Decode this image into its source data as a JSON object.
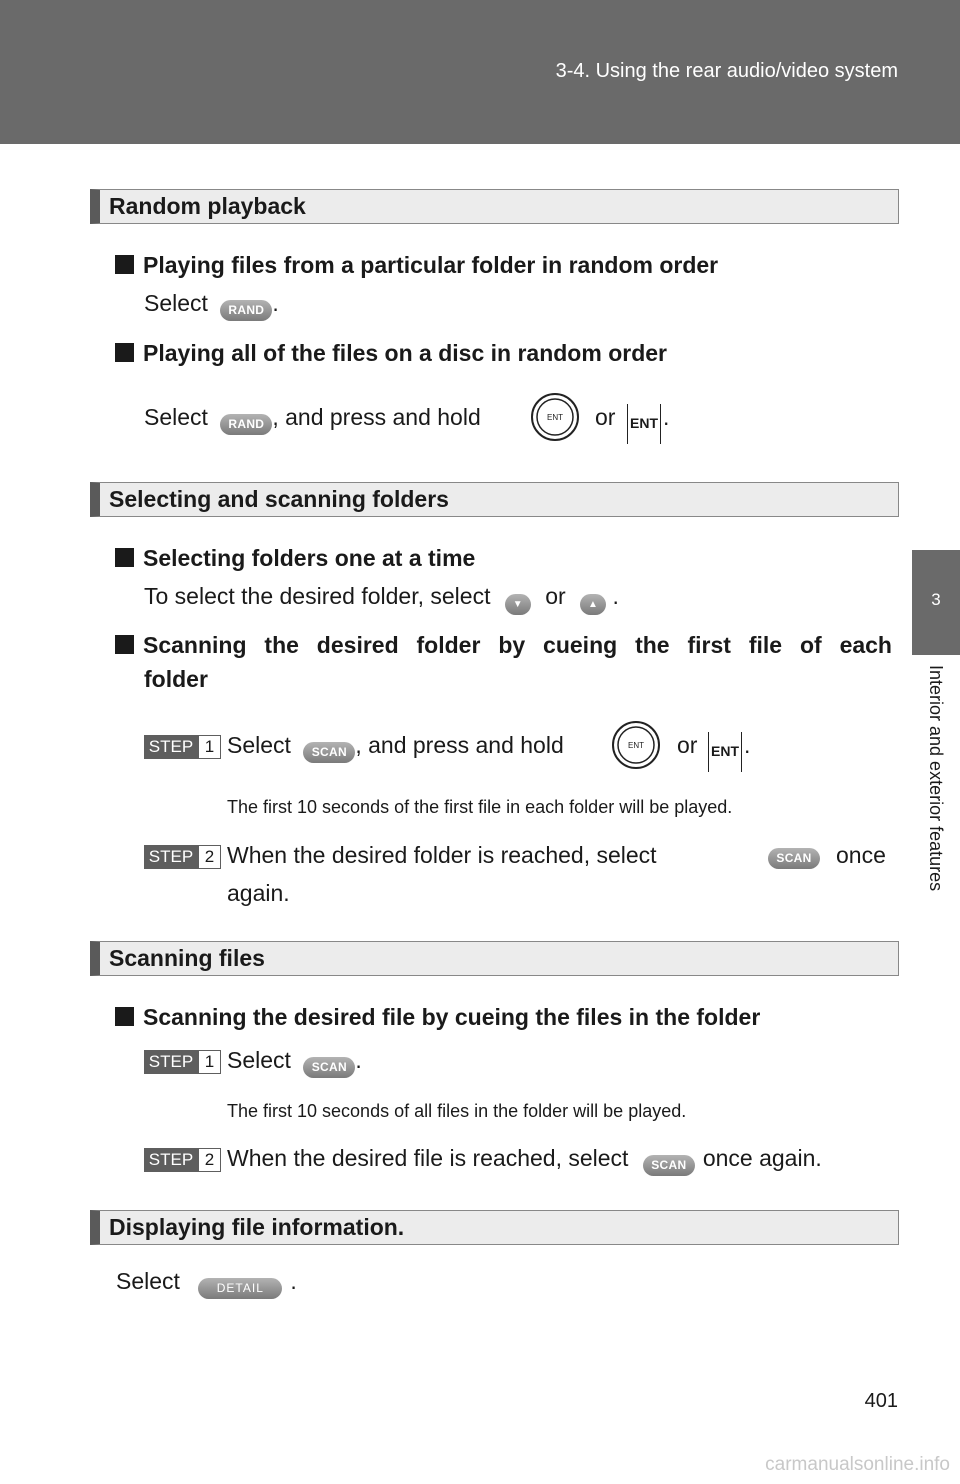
{
  "header": {
    "section": "3-4. Using the rear audio/video system"
  },
  "side_tab": {
    "number": "3",
    "label": "Interior and exterior features"
  },
  "sections": {
    "random": {
      "title": "Random playback",
      "sub1": "Playing files from a particular folder in random order",
      "sub1_text": "Select",
      "sub2": "Playing all of the files on a disc in random order",
      "sub2_text_a": "Select",
      "sub2_text_b": ", and press and hold",
      "sub2_text_c": "or"
    },
    "folders": {
      "title": "Selecting and scanning folders",
      "sub1": "Selecting folders one at a time",
      "sub1_text_a": "To select the desired folder, select",
      "sub1_text_b": "or",
      "sub2_line1": "Scanning the desired folder by cueing the first file of each",
      "sub2_line2": "folder",
      "step1_text_a": "Select",
      "step1_text_b": ", and press and hold",
      "step1_text_c": "or",
      "step1_note": "The first 10 seconds of the first file in each folder will be played.",
      "step2_text_a": "When the desired folder is reached, select",
      "step2_text_b": "once",
      "step2_text_c": "again."
    },
    "files": {
      "title": "Scanning files",
      "sub1": "Scanning the desired file by cueing the files in the folder",
      "step1_text": "Select",
      "step1_note": "The first 10 seconds of all files in the folder will be played.",
      "step2_text_a": "When the desired file is reached, select",
      "step2_text_b": "once again."
    },
    "info": {
      "title": "Displaying file information.",
      "text": "Select"
    }
  },
  "buttons": {
    "rand": "RAND",
    "scan": "SCAN",
    "detail": "DETAIL",
    "ent": "ENT"
  },
  "step_labels": {
    "step": "STEP",
    "one": "1",
    "two": "2"
  },
  "page_number": "401",
  "watermark": "carmanualsonline.info"
}
